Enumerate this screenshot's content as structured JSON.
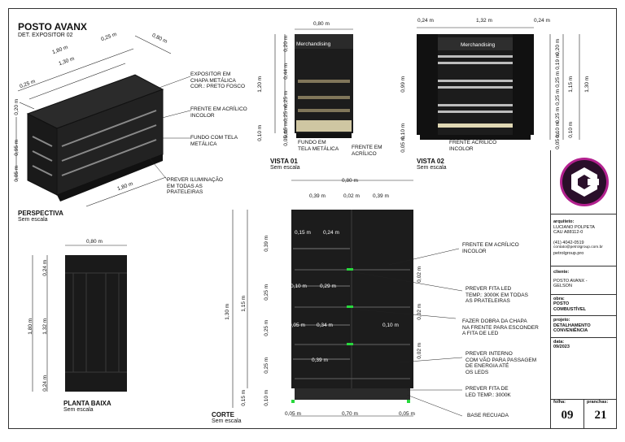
{
  "header": {
    "title": "POSTO AVANX",
    "subtitle": "DET. EXPOSITOR 02"
  },
  "perspective": {
    "title": "PERSPECTIVA",
    "subtitle": "Sem escala",
    "dims": [
      "1,80 m",
      "1,30 m",
      "0,25 m",
      "0,80 m",
      "0,25 m",
      "0,20 m",
      "0,95 m",
      "0,05 m",
      "1,80 m"
    ],
    "notes": [
      "EXPOSITOR EM\nCHAPA METÁLICA\nCOR.: PRETO FOSCO",
      "FRENTE EM ACRÍLICO\nINCOLOR",
      "FUNDO COM TELA\nMETÁLICA",
      "PREVER ILUMINAÇÃO\nEM TODAS AS\nPRATELEIRAS"
    ]
  },
  "vista01": {
    "title": "VISTA 01",
    "subtitle": "Sem escala",
    "sign": "Merchandising",
    "dims": [
      "0,80 m",
      "0,20 m",
      "1,20 m",
      "0,44 m",
      "0,25 m",
      "0,25 m",
      "0,10 m",
      "0,15 m",
      "0,05 m"
    ],
    "notes": [
      "FUNDO EM\nTELA METÁLICA",
      "FRENTE EM\nACRÍLICO"
    ]
  },
  "vista02": {
    "title": "VISTA 02",
    "subtitle": "Sem escala",
    "sign": "Merchandising",
    "dims": [
      "0,24 m",
      "1,32 m",
      "0,24 m",
      "0,20 m",
      "0,19 m",
      "0,25 m",
      "0,25 m",
      "0,25 m",
      "0,99 m",
      "1,15 m",
      "1,30 m",
      "0,10 m",
      "0,10 m",
      "0,10 m",
      "0,05 m",
      "0,05 m"
    ],
    "notes": [
      "FRENTE ACRÍLICO\nINCOLOR"
    ]
  },
  "planta": {
    "title": "PLANTA BAIXA",
    "subtitle": "Sem escala",
    "dims": [
      "0,80 m",
      "1,80 m",
      "1,32 m",
      "0,24 m",
      "0,24 m"
    ]
  },
  "corte": {
    "title": "CORTE",
    "subtitle": "Sem escala",
    "dims": [
      "0,80 m",
      "0,39 m",
      "0,02 m",
      "0,39 m",
      "0,15 m",
      "0,24 m",
      "0,39 m",
      "1,30 m",
      "1,15 m",
      "0,25 m",
      "0,10 m",
      "0,29 m",
      "0,25 m",
      "0,05 m",
      "0,34 m",
      "0,10 m",
      "0,25 m",
      "0,39 m",
      "0,15 m",
      "0,10 m",
      "0,05 m",
      "0,70 m",
      "0,05 m",
      "0,02 m",
      "0,02 m",
      "0,02 m"
    ],
    "notes": [
      "FRENTE EM ACRÍLICO\nINCOLOR",
      "PREVER FITA LED\nTEMP.: 3000K EM TODAS\nAS PRATELEIRAS",
      "FAZER DOBRA DA CHAPA\nNA FRENTE PARA ESCONDER\nA FITA DE LED",
      "PREVER INTERNO\nCOM VÃO PARA PASSAGEM\nDE ENERGIA ATÉ\nOS LEDS",
      "PREVER FITA DE\nLED TEMP.: 3000K",
      "BASE RECUADA"
    ]
  },
  "titleblock": {
    "arquiteto_label": "arquiteto:",
    "arquiteto": "LUCIANO POLPETA",
    "cau": "CAU A88112-0",
    "phone": "(41) 4042-0519",
    "email": "contato@petrolgroup.com.br",
    "site": "petrolgroup.pro",
    "cliente_label": "cliente:",
    "cliente": "POSTO AVANX -\nGELSON",
    "obra_label": "obra:",
    "obra": "POSTO\nCOMBUSTÍVEL",
    "projeto_label": "projeto:",
    "projeto": "DETALHAMENTO\nCONVENIÊNCIA",
    "data_label": "data:",
    "data": "09/2023",
    "folha_label": "folha:",
    "folha": "09",
    "pranchas_label": "pranchas:",
    "pranchas": "21",
    "logo_color": "#b3218f"
  }
}
